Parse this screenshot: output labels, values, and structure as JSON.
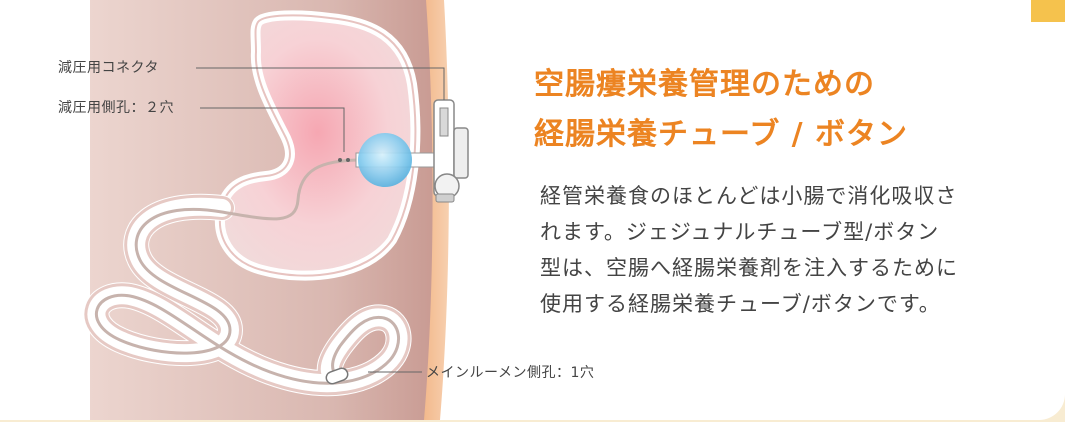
{
  "labels": {
    "decompression_connector": "減圧用コネクタ",
    "decompression_side_holes": "減圧用側孔：２穴",
    "main_lumen_side_hole": "メインルーメン側孔：1穴"
  },
  "title": {
    "line1": "空腸瘻栄養管理のための",
    "line2": "経腸栄養チューブ / ボタン"
  },
  "description": {
    "line1": "経管栄養食のほとんどは小腸で消化吸収さ",
    "line2": "れます。ジェジュナルチューブ型/ボタン",
    "line3": "型は、空腸へ経腸栄養剤を注入するために",
    "line4": "使用する経腸栄養チューブ/ボタンです。"
  },
  "colors": {
    "background": "#f8ecd2",
    "accent_title": "#ec8422",
    "corner_tab": "#f5c24d",
    "abdomen_wall": "#d6b4ae",
    "stomach": "#f3c7cc",
    "balloon": "#8ecff0"
  }
}
